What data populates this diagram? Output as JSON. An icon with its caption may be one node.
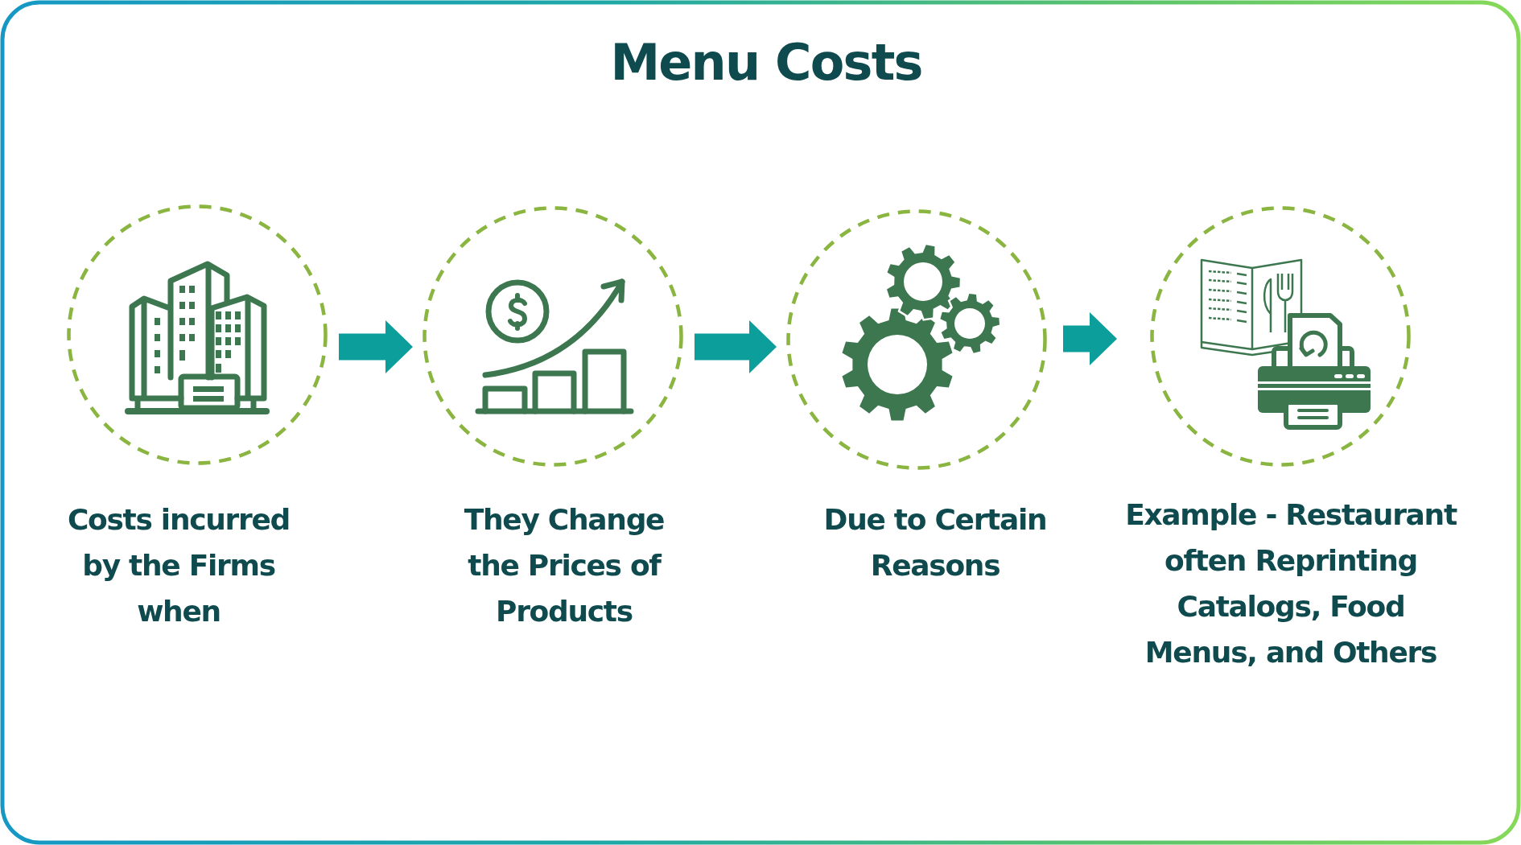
{
  "diagram": {
    "title": "Menu Costs",
    "nodes": [
      {
        "text": [
          "Costs incurred by the Firms when"
        ]
      },
      {
        "text": [
          "They Change the Prices of Products"
        ]
      },
      {
        "text": [
          "Due to Certain Reasons"
        ]
      },
      {
        "text": [
          "Example - Restaurant often Reprinting Catalogs, Food Menus, and Others"
        ]
      }
    ],
    "edges": [
      {
        "from": 0,
        "to": 1,
        "arrow": "to"
      },
      {
        "from": 1,
        "to": 2,
        "arrow": "to"
      },
      {
        "from": 2,
        "to": 3,
        "arrow": "to"
      }
    ]
  }
}
